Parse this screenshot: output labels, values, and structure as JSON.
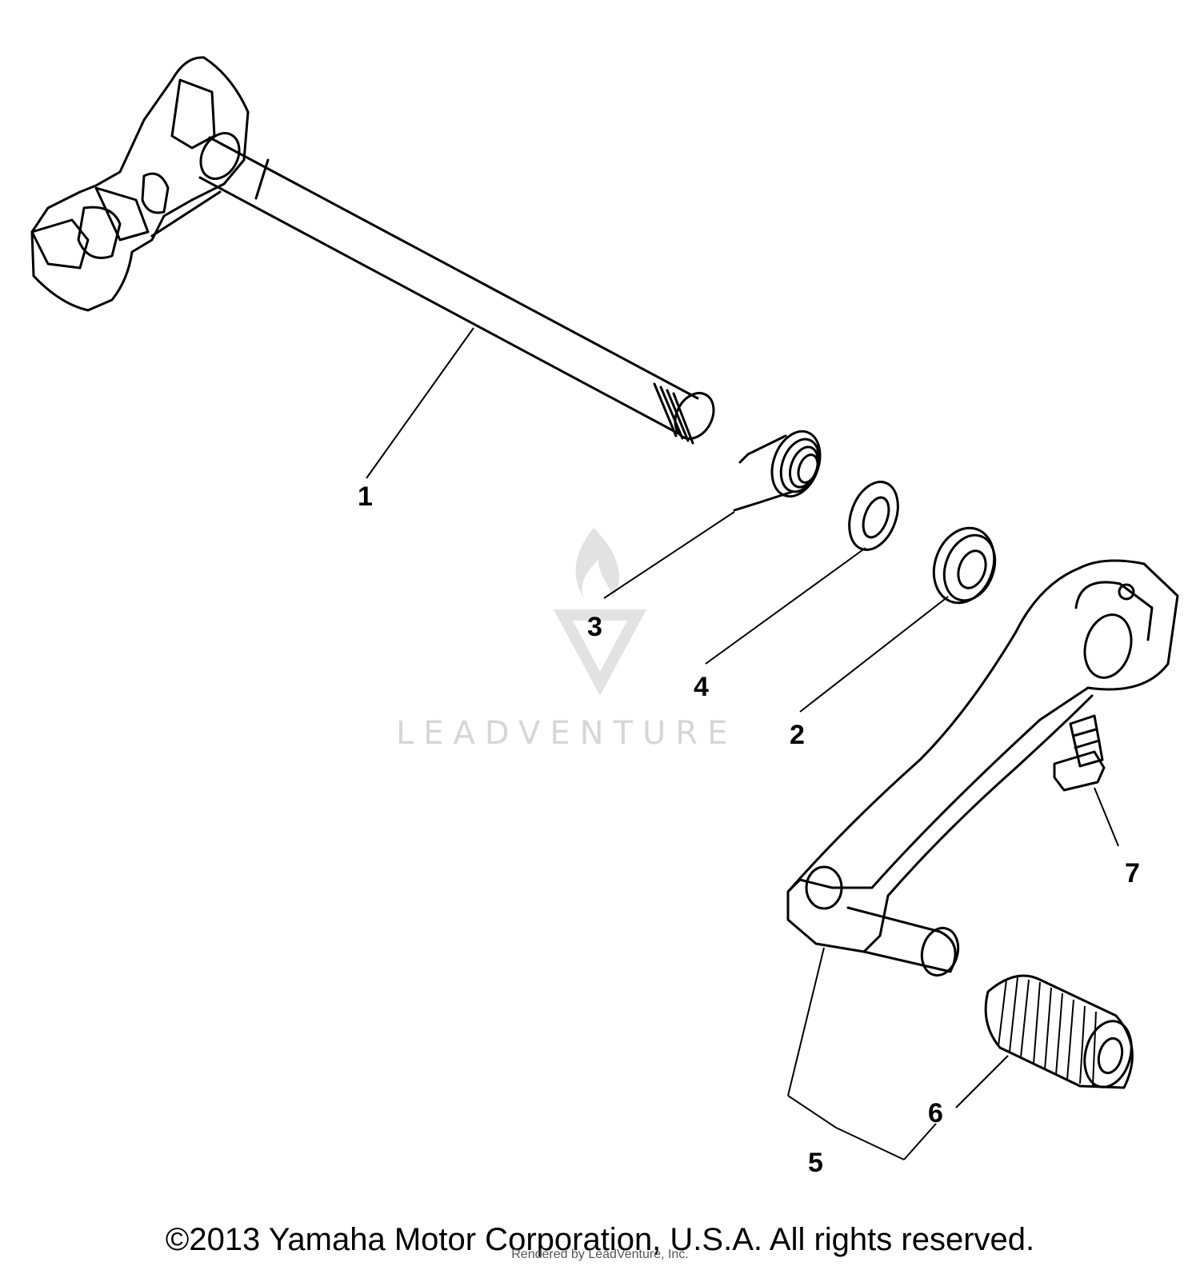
{
  "diagram": {
    "parts": [
      {
        "id": "1",
        "label": "1"
      },
      {
        "id": "2",
        "label": "2"
      },
      {
        "id": "3",
        "label": "3"
      },
      {
        "id": "4",
        "label": "4"
      },
      {
        "id": "5",
        "label": "5"
      },
      {
        "id": "6",
        "label": "6"
      },
      {
        "id": "7",
        "label": "7"
      }
    ]
  },
  "watermark": {
    "text": "LEADVENTURE"
  },
  "footer": {
    "copyright": "©2013 Yamaha Motor Corporation, U.S.A. All rights reserved.",
    "rendered_by": "Rendered by LeadVenture, Inc."
  }
}
